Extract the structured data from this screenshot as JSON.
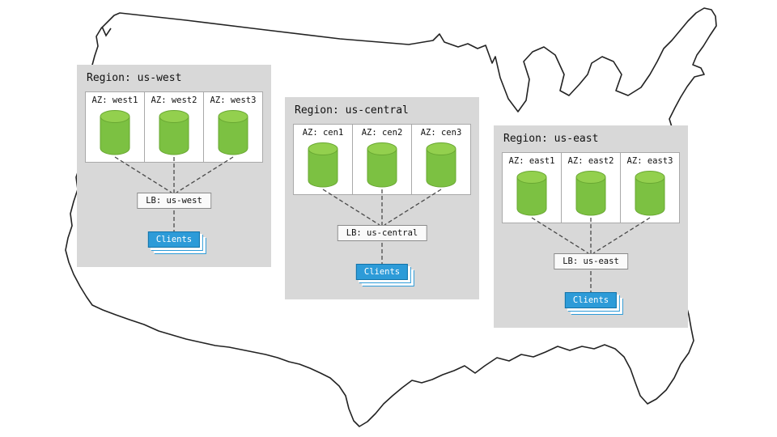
{
  "diagram": {
    "regions": [
      {
        "title": "Region: us-west",
        "azs": [
          "AZ: west1",
          "AZ: west2",
          "AZ: west3"
        ],
        "lb_label": "LB: us-west",
        "clients_label": "Clients"
      },
      {
        "title": "Region: us-central",
        "azs": [
          "AZ: cen1",
          "AZ: cen2",
          "AZ: cen3"
        ],
        "lb_label": "LB: us-central",
        "clients_label": "Clients"
      },
      {
        "title": "Region: us-east",
        "azs": [
          "AZ: east1",
          "AZ: east2",
          "AZ: east3"
        ],
        "lb_label": "LB: us-east",
        "clients_label": "Clients"
      }
    ],
    "colors": {
      "region_bg": "#d8d8d8",
      "cylinder_green": "#7cc142",
      "cylinder_top_green": "#93d04e",
      "clients_blue": "#2d9bd8",
      "map_outline": "#222222"
    }
  }
}
